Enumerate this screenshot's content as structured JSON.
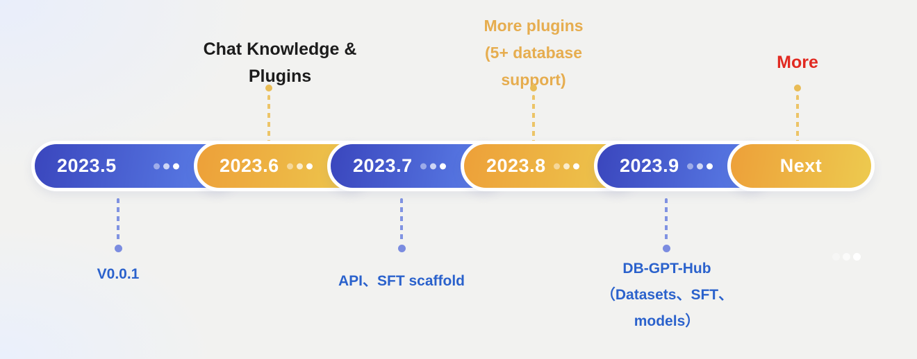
{
  "timeline": {
    "milestones": [
      {
        "date": "2023.5",
        "pill_color": "blue",
        "has_ellipsis": true,
        "annotation": {
          "position": "below",
          "color": "#2b62cc",
          "lines": [
            "V0.0.1"
          ]
        }
      },
      {
        "date": "2023.6",
        "pill_color": "yellow",
        "has_ellipsis": true,
        "annotation": {
          "position": "above",
          "color": "#1c1c1c",
          "lines": [
            "Chat Knowledge &",
            "Plugins"
          ]
        }
      },
      {
        "date": "2023.7",
        "pill_color": "blue",
        "has_ellipsis": true,
        "annotation": {
          "position": "below",
          "color": "#2b62cc",
          "lines": [
            "API、SFT scaffold"
          ]
        }
      },
      {
        "date": "2023.8",
        "pill_color": "yellow",
        "has_ellipsis": true,
        "annotation": {
          "position": "above",
          "color": "#e6ad4f",
          "lines": [
            "More plugins",
            "(5+ database",
            "support)"
          ]
        }
      },
      {
        "date": "2023.9",
        "pill_color": "blue",
        "has_ellipsis": true,
        "annotation": {
          "position": "below",
          "color": "#2b62cc",
          "lines": [
            "DB-GPT-Hub",
            "（Datasets、SFT、",
            "models）"
          ]
        }
      },
      {
        "date": "Next",
        "pill_color": "yellow",
        "has_ellipsis": false,
        "annotation": {
          "position": "above",
          "color": "#e12a21",
          "lines": [
            "More"
          ]
        }
      }
    ]
  },
  "colors": {
    "background": "#f2f2f0",
    "background_tint": "#e9eefb",
    "pill_blue_start": "#3a46bd",
    "pill_blue_end": "#5c80e9",
    "pill_yellow_start": "#eda039",
    "pill_yellow_end": "#edc84e",
    "pill_outline": "#ffffff",
    "pill_text": "#ffffff",
    "dash_gold": "#ecc467",
    "dot_gold": "#e9bc55",
    "dash_blue": "#8093e2",
    "dot_blue": "#7b8ce0",
    "label_blue": "#2b62cc",
    "label_black": "#1c1c1c",
    "label_gold": "#e6ad4f",
    "label_red": "#e12a21"
  }
}
